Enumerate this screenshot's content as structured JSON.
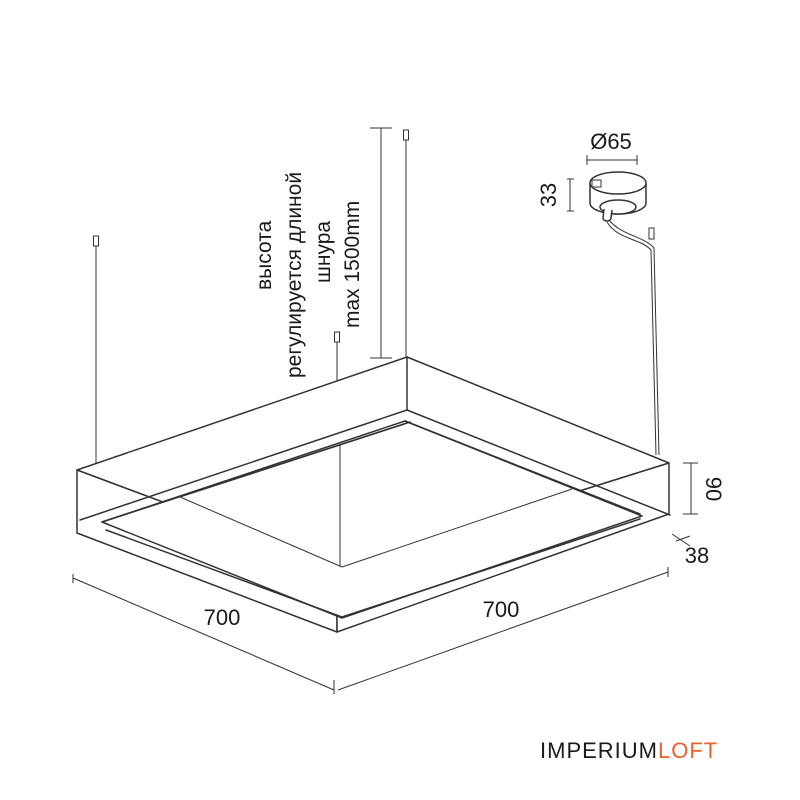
{
  "dimensions": {
    "width_left": "700",
    "width_right": "700",
    "height": "90",
    "profile_width": "38",
    "canopy_diameter": "Ø65",
    "canopy_height": "33"
  },
  "cable_note": {
    "line1": "высота",
    "line2": "регулируется длиной",
    "line3": "шнура",
    "line4": "max 1500mm"
  },
  "brand": {
    "part1": "IMPERIUM",
    "part2": "LOFT",
    "color_primary": "#4a4a4a",
    "color_accent": "#e8622c"
  }
}
